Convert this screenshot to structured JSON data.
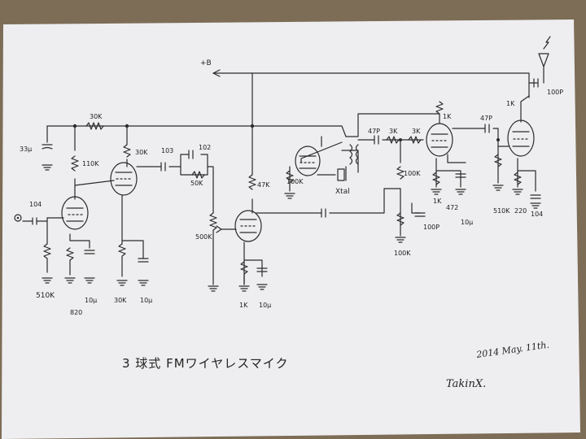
{
  "title": "3 球式 FMワイヤレスマイク",
  "date": "2014 May. 11th.",
  "signature": "TakinX.",
  "supply": "+B",
  "labels": {
    "r_30k_top": "30K",
    "c_33u": "33μ",
    "r_110k": "110K",
    "c_104_in": "104",
    "r_510k_in": "510K",
    "r_820": "820",
    "c_10u_v1": "10μ",
    "r_30k_v2": "30K",
    "r_30k_v2k": "30K",
    "c_10u_v2": "10μ",
    "c_103": "103",
    "c_102": "102",
    "r_50k": "50K",
    "vr_500k": "500K",
    "r_47k": "47K",
    "r_1k_v3": "1K",
    "c_10u_v3": "10μ",
    "r_100k_osc": "100K",
    "xtal": "Xtal",
    "c_47p_a": "47P",
    "r_3k_a": "3K",
    "r_3k_b": "3K",
    "r_100k_g": "100K",
    "r_100k_g2": "100K",
    "c_100p_g": "100P",
    "r_1k_amp": "1K",
    "c_472": "472",
    "r_1k_k": "1K",
    "c_10u_amp": "10μ",
    "c_47p_b": "47P",
    "r_510k_out": "510K",
    "r_220": "220",
    "c_104_out": "104",
    "r_1k_top": "1K",
    "c_100p_ant": "100P"
  }
}
